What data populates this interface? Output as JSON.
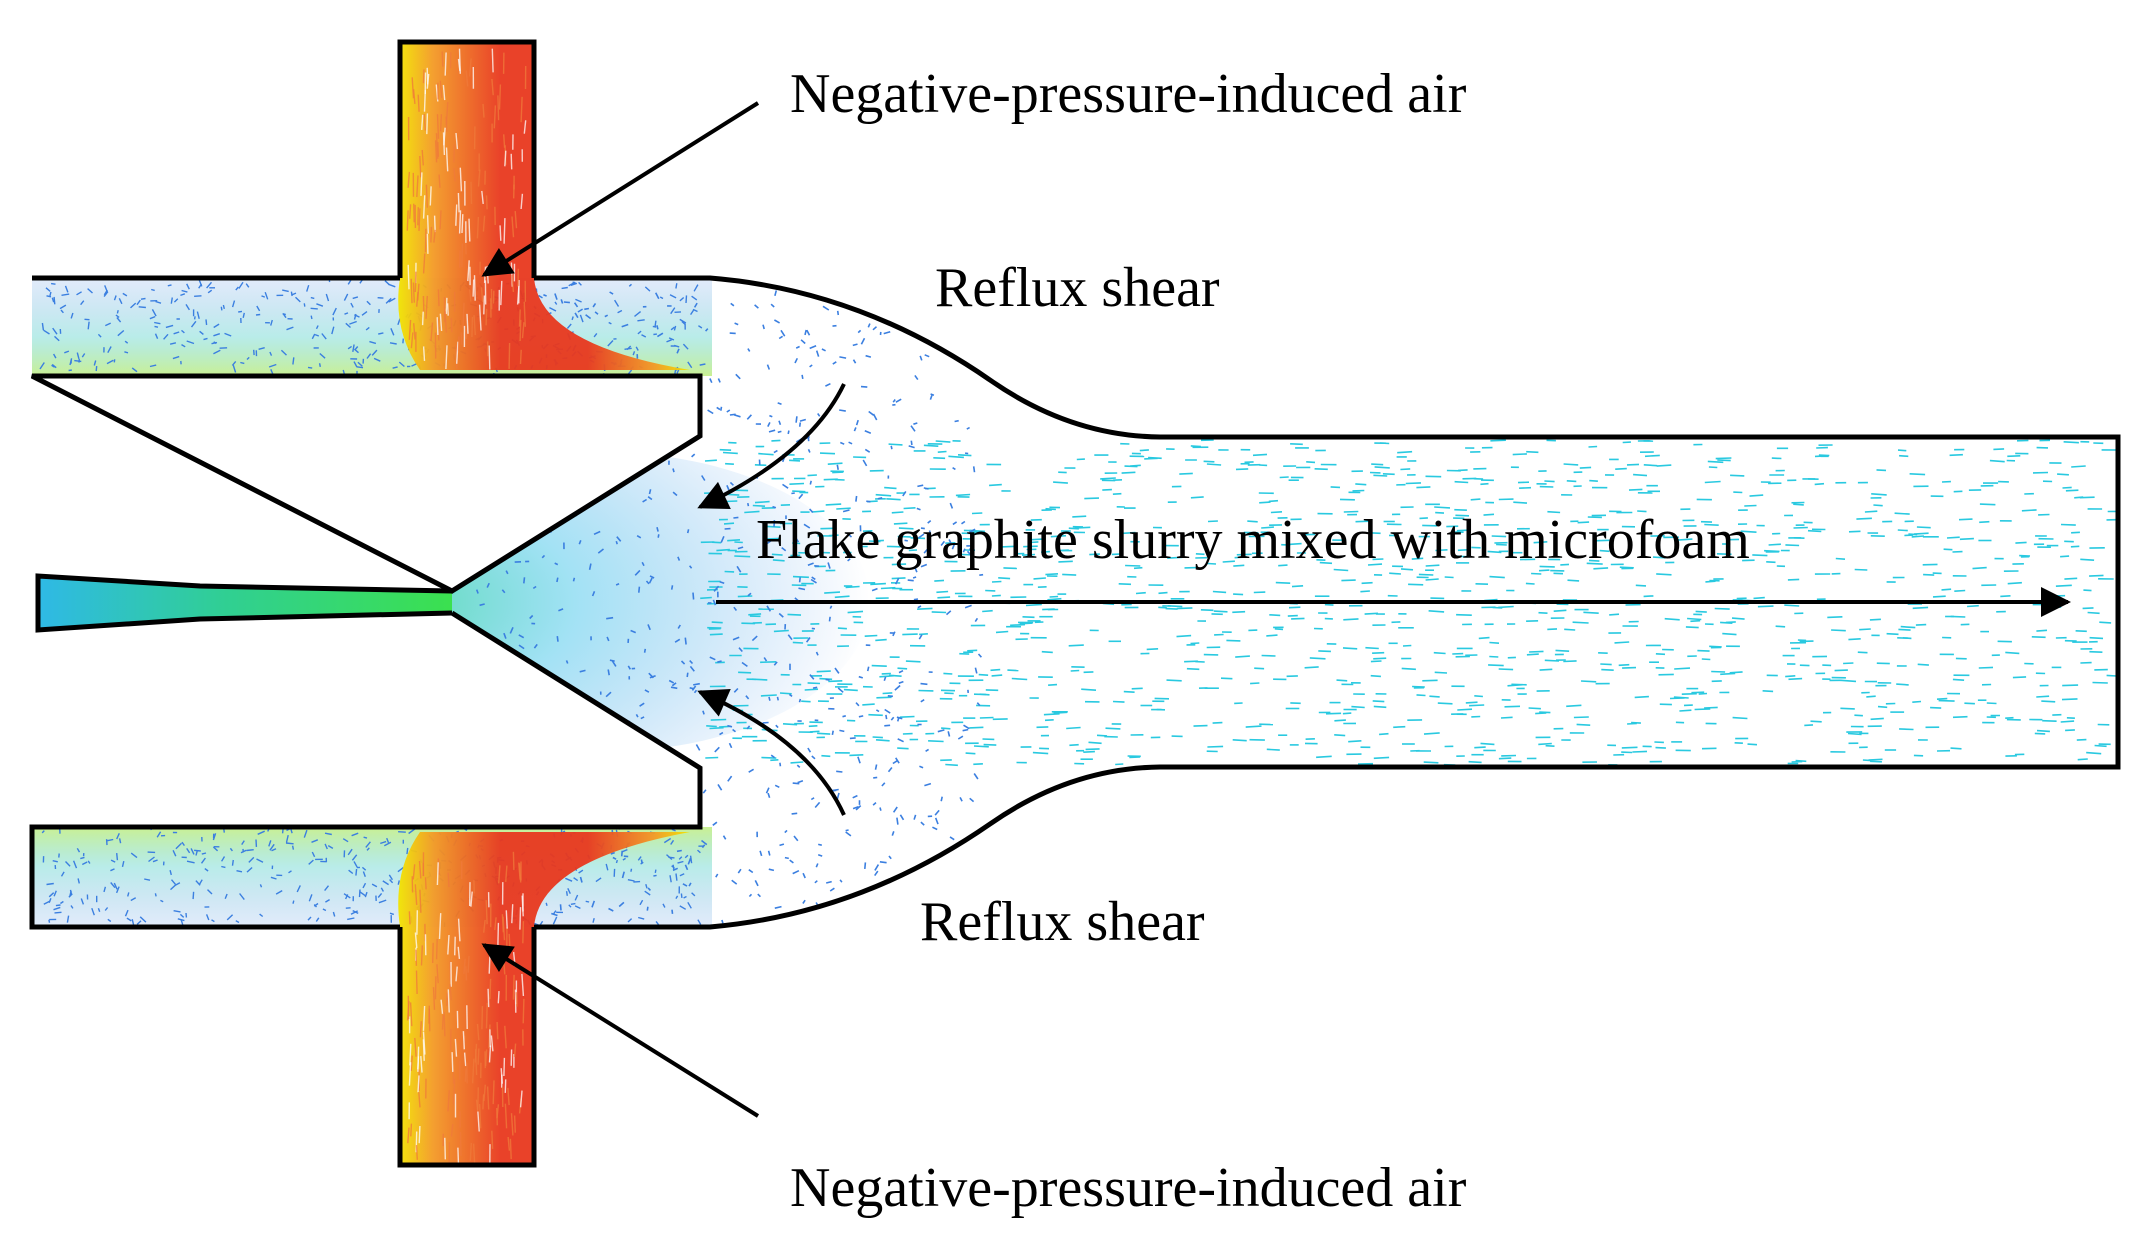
{
  "labels": {
    "air_top": "Negative-pressure-induced air",
    "air_bottom": "Negative-pressure-induced air",
    "reflux_top": "Reflux shear",
    "reflux_bottom": "Reflux shear",
    "main_flow": "Flake graphite slurry mixed with microfoam"
  },
  "colors": {
    "outline": "#000000",
    "air_core": "#e8381e",
    "air_warm": "#f0742a",
    "air_edge": "#f5b021",
    "air_rim": "#e8e832",
    "jet": "#27d66a",
    "slurry": "#29c9e0",
    "chamber": "#3b7fe0",
    "arrow": "#000000"
  },
  "icons": {
    "arrowhead": "filled-triangle-arrowhead"
  }
}
